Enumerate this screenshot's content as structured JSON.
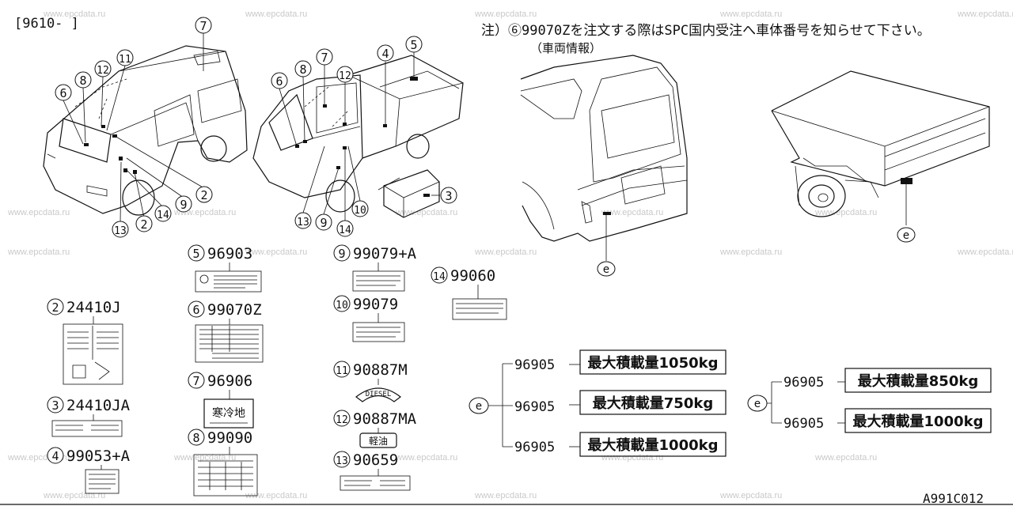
{
  "header": {
    "date_range": "[9610-   ]",
    "code": "A991C012"
  },
  "note": {
    "line1": "注）⑥99070Zを注文する際はSPC国内受注へ車体番号を知らせて下さい。",
    "line2": "（車両情報）"
  },
  "watermark": "www.epcdata.ru",
  "callouts": {
    "van": [
      "7",
      "11",
      "12",
      "8",
      "6",
      "2",
      "9",
      "14",
      "2",
      "13"
    ],
    "truck": [
      "6",
      "8",
      "7",
      "12",
      "4",
      "5",
      "3",
      "13",
      "9",
      "14",
      "10"
    ],
    "rear": [
      "e",
      "e"
    ]
  },
  "parts": [
    {
      "num": "5",
      "code": "96903"
    },
    {
      "num": "6",
      "code": "99070Z"
    },
    {
      "num": "7",
      "code": "96906",
      "label_text": "寒冷地"
    },
    {
      "num": "8",
      "code": "99090"
    },
    {
      "num": "2",
      "code": "24410J"
    },
    {
      "num": "3",
      "code": "24410JA"
    },
    {
      "num": "4",
      "code": "99053+A"
    },
    {
      "num": "9",
      "code": "99079+A"
    },
    {
      "num": "10",
      "code": "99079"
    },
    {
      "num": "11",
      "code": "90887M",
      "label_text": "DIESEL"
    },
    {
      "num": "12",
      "code": "90887MA",
      "label_text": "軽油"
    },
    {
      "num": "13",
      "code": "90659"
    },
    {
      "num": "14",
      "code": "99060"
    }
  ],
  "load_group_1": {
    "marker": "e",
    "items": [
      {
        "code": "96905",
        "label": "最大積載量1050kg"
      },
      {
        "code": "96905",
        "label": "最大積載量750kg"
      },
      {
        "code": "96905",
        "label": "最大積載量1000kg"
      }
    ]
  },
  "load_group_2": {
    "marker": "e",
    "items": [
      {
        "code": "96905",
        "label": "最大積載量850kg"
      },
      {
        "code": "96905",
        "label": "最大積載量1000kg"
      }
    ]
  }
}
